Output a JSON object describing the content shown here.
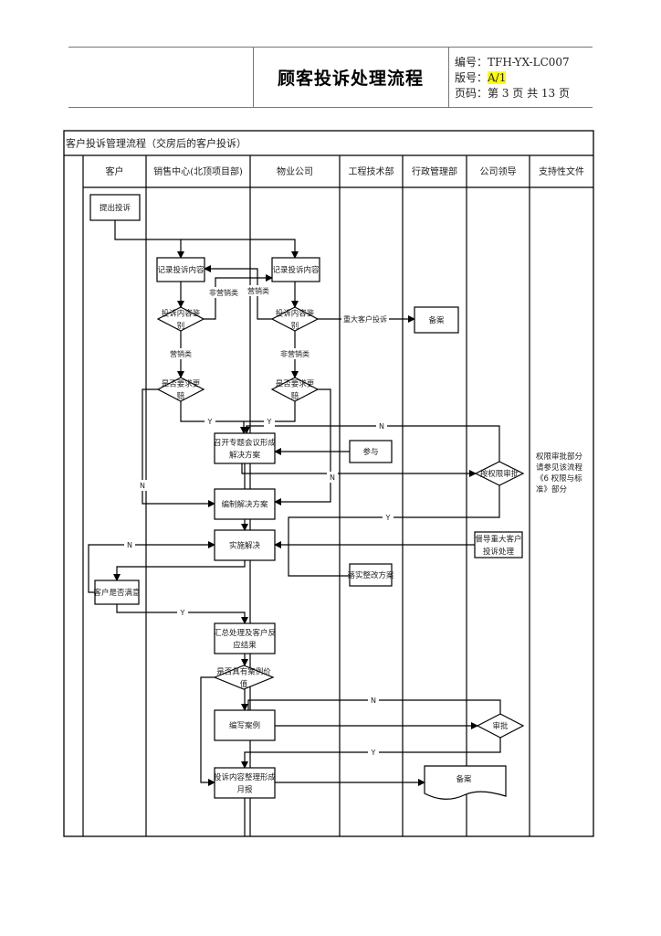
{
  "header": {
    "title": "顾客投诉处理流程",
    "code_label": "编号：",
    "code_value": "TFH-YX-LC007",
    "version_label": "版号：",
    "version_value": "A/1",
    "version_highlight_color": "#ffff00",
    "page_label": "页码：",
    "page_value": "第 3 页 共 13 页"
  },
  "flowchart": {
    "title": "客户投诉管理流程（交房后的客户投诉）",
    "lanes": [
      "客户",
      "销售中心(北顶项目部)",
      "物业公司",
      "工程技术部",
      "行政管理部",
      "公司领导",
      "支持性文件"
    ],
    "nodes": {
      "submit": "提出投诉",
      "record_sales": "记录投诉内容",
      "record_property": "记录投诉内容",
      "identify_sales": [
        "投诉内容鉴",
        "别"
      ],
      "identify_property": [
        "投诉内容鉴",
        "别"
      ],
      "archive_admin": "备案",
      "repair_sales": [
        "是否要求更",
        "赔"
      ],
      "repair_property": [
        "是否要求更",
        "赔"
      ],
      "meeting": [
        "召开专题会议形成",
        "解决方案"
      ],
      "participate": "参与",
      "approve_by_authority": "按权限审批",
      "draft_solution": "编制解决方案",
      "implement": "实施解决",
      "supervise": [
        "督导重大客户",
        "投诉处理"
      ],
      "implement_rectify": "落实整改方案",
      "customer_satisfied": "客户是否满意",
      "summary": [
        "汇总处理及客户反",
        "应结果"
      ],
      "case_value": [
        "是否具有案例价",
        "值"
      ],
      "write_case": "编写案例",
      "review": "审批",
      "monthly_report": [
        "投诉内容整理形成",
        "月报"
      ],
      "archive_doc": "备案"
    },
    "edge_labels": {
      "non_sales": "非营销类",
      "sales": "营销类",
      "sales_class": "营销类",
      "non_sales_class": "非营销类",
      "major_complaint": "重大客户投诉",
      "yes": "Y",
      "no": "N"
    },
    "support_doc_note": [
      "权限审批部分",
      "请参见该流程",
      "《6 权限与标",
      "准》部分"
    ]
  }
}
